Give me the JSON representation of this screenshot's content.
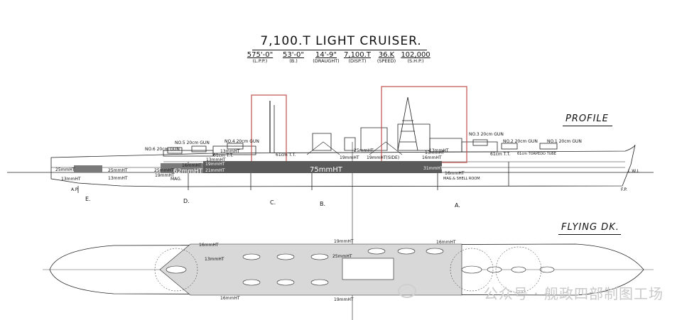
{
  "drawing": {
    "title": "7,100.T LIGHT CRUISER.",
    "specs": [
      {
        "value": "575'-0\"",
        "unit": "(L.P.P.)"
      },
      {
        "value": "53'-0\"",
        "unit": "(B.)"
      },
      {
        "value": "14'-9\"",
        "unit": "(DRAUGHT)"
      },
      {
        "value": "7,100.T",
        "unit": "(DISP.T)"
      },
      {
        "value": "36.K",
        "unit": "(SPEED)"
      },
      {
        "value": "102,000",
        "unit": "(S.H.P.)"
      }
    ]
  },
  "profile": {
    "label": "PROFILE",
    "armor": {
      "belt_main": "75mmHT",
      "belt_aft": "62mmHT",
      "deck_mid": "19mmHT",
      "deck_side": "19mmHT(SIDE)",
      "deck_fwd": "16mmHT",
      "deck_25": "25mmHT",
      "stern_25a": "25mmHT",
      "stern_25b": "25mmHT",
      "stern_13a": "13mmHT",
      "stern_13b": "13mmHT",
      "aft_25": "25mmHT",
      "aft_16": "16mmHT",
      "aft_19": "19mmHT",
      "fwd_13": "13mmHT",
      "fwd_31": "31mmHT",
      "fwd_16": "16mmHT",
      "ne_19": "19mmHT",
      "ne_21": "21mmHT",
      "ne_13": "13mmHT",
      "deck_13": "13mmHT",
      "top_13": "13mmHT"
    },
    "guns": {
      "g6": "NO.6 20cm GUN",
      "g5": "NO.5 20cm GUN",
      "g4": "NO.4 20cm GUN",
      "g3": "NO.3 20cm GUN",
      "g2": "NO.2 20cm GUN",
      "g1": "NO.1 20cm GUN"
    },
    "misc": {
      "torpedo_aft": "61cm T.T.",
      "torpedo_mid": "61cm T.T.",
      "torpedo_fwd": "61cm T.T.",
      "torpedo_tube": "61cm TORPEDO TUBE",
      "mag": "MAG.",
      "mag_shell": "MAG.& SHELL ROOM",
      "lwl": "L.W.L",
      "ap": "A.P.",
      "fp": "F.P."
    },
    "stations": [
      "E.",
      "D.",
      "C.",
      "B.",
      "A."
    ]
  },
  "flying_deck": {
    "label": "FLYING DK.",
    "armor": {
      "a1": "16mmHT",
      "a2": "13mmHT",
      "a3": "19mmHT",
      "a4": "16mmHT",
      "a5": "25mmHT",
      "a6": "16mmHT",
      "a7": "19mmHT"
    }
  },
  "watermark": {
    "text": "公众号 · 舰政四部制图工场"
  },
  "colors": {
    "armor_fill": "#5a5a5a",
    "deck_fill": "#d8d8d8",
    "highlight_box": "#c0504d",
    "line": "#222222"
  }
}
